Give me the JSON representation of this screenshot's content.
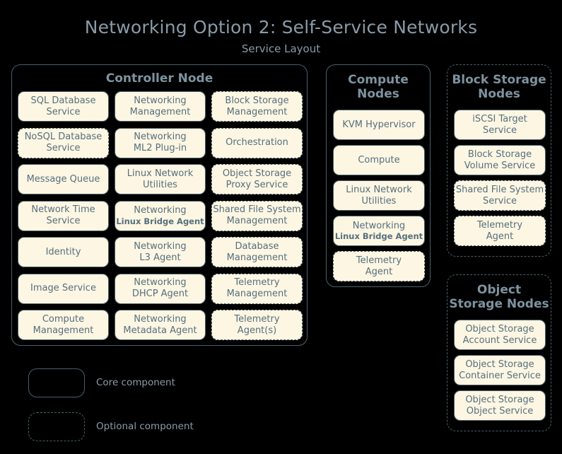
{
  "header": {
    "title": "Networking Option 2: Self-Service Networks",
    "subtitle": "Service Layout"
  },
  "colors": {
    "background": "#000000",
    "box_fill": "#fdf6e3",
    "box_border": "#4a6069",
    "box_text": "#55707e",
    "title_text": "#8a9ba8",
    "node_title_text": "#7e939f"
  },
  "nodes": [
    {
      "id": "controller",
      "title": "Controller Node",
      "border": "solid",
      "services": [
        {
          "line1": "SQL Database",
          "line2": "Service",
          "border": "solid"
        },
        {
          "line1": "Networking",
          "line2": "Management",
          "border": "solid"
        },
        {
          "line1": "Block Storage",
          "line2": "Management",
          "border": "dashed"
        },
        {
          "line1": "NoSQL Database",
          "line2": "Service",
          "border": "dashed"
        },
        {
          "line1": "Networking",
          "line2": "ML2 Plug-in",
          "border": "solid"
        },
        {
          "line1": "Orchestration",
          "line2": "",
          "border": "dashed"
        },
        {
          "line1": "Message Queue",
          "line2": "",
          "border": "solid"
        },
        {
          "line1": "Linux Network",
          "line2": "Utilities",
          "border": "solid"
        },
        {
          "line1": "Object Storage",
          "line2": "Proxy Service",
          "border": "dashed"
        },
        {
          "line1": "Network Time",
          "line2": "Service",
          "border": "solid"
        },
        {
          "line1": "Networking",
          "line2": "Linux Bridge Agent",
          "border": "solid",
          "sub": true
        },
        {
          "line1": "Shared File System",
          "line2": "Management",
          "border": "dashed"
        },
        {
          "line1": "Identity",
          "line2": "",
          "border": "solid"
        },
        {
          "line1": "Networking",
          "line2": "L3 Agent",
          "border": "solid"
        },
        {
          "line1": "Database",
          "line2": "Management",
          "border": "dashed"
        },
        {
          "line1": "Image Service",
          "line2": "",
          "border": "solid"
        },
        {
          "line1": "Networking",
          "line2": "DHCP Agent",
          "border": "solid"
        },
        {
          "line1": "Telemetry",
          "line2": "Management",
          "border": "dashed"
        },
        {
          "line1": "Compute",
          "line2": "Management",
          "border": "solid"
        },
        {
          "line1": "Networking",
          "line2": "Metadata Agent",
          "border": "solid"
        },
        {
          "line1": "Telemetry",
          "line2": "Agent(s)",
          "border": "dashed"
        }
      ]
    },
    {
      "id": "compute",
      "title_line1": "Compute",
      "title_line2": "Nodes",
      "border": "solid",
      "services": [
        {
          "line1": "KVM Hypervisor",
          "line2": "",
          "border": "solid"
        },
        {
          "line1": "Compute",
          "line2": "",
          "border": "solid"
        },
        {
          "line1": "Linux Network",
          "line2": "Utilities",
          "border": "solid"
        },
        {
          "line1": "Networking",
          "line2": "Linux Bridge Agent",
          "border": "solid",
          "sub": true
        },
        {
          "line1": "Telemetry",
          "line2": "Agent",
          "border": "dashed"
        }
      ]
    },
    {
      "id": "block-storage",
      "title_line1": "Block Storage",
      "title_line2": "Nodes",
      "border": "dashed",
      "services": [
        {
          "line1": "iSCSI Target",
          "line2": "Service",
          "border": "solid"
        },
        {
          "line1": "Block Storage",
          "line2": "Volume Service",
          "border": "solid"
        },
        {
          "line1": "Shared File System",
          "line2": "Service",
          "border": "dashed"
        },
        {
          "line1": "Telemetry",
          "line2": "Agent",
          "border": "dashed"
        }
      ]
    },
    {
      "id": "object-storage",
      "title_line1": "Object",
      "title_line2": "Storage Nodes",
      "border": "dashed",
      "services": [
        {
          "line1": "Object Storage",
          "line2": "Account Service",
          "border": "solid"
        },
        {
          "line1": "Object Storage",
          "line2": "Container Service",
          "border": "solid"
        },
        {
          "line1": "Object Storage",
          "line2": "Object Service",
          "border": "solid"
        }
      ]
    }
  ],
  "legend": {
    "core_label": "Core component",
    "optional_label": "Optional component"
  }
}
